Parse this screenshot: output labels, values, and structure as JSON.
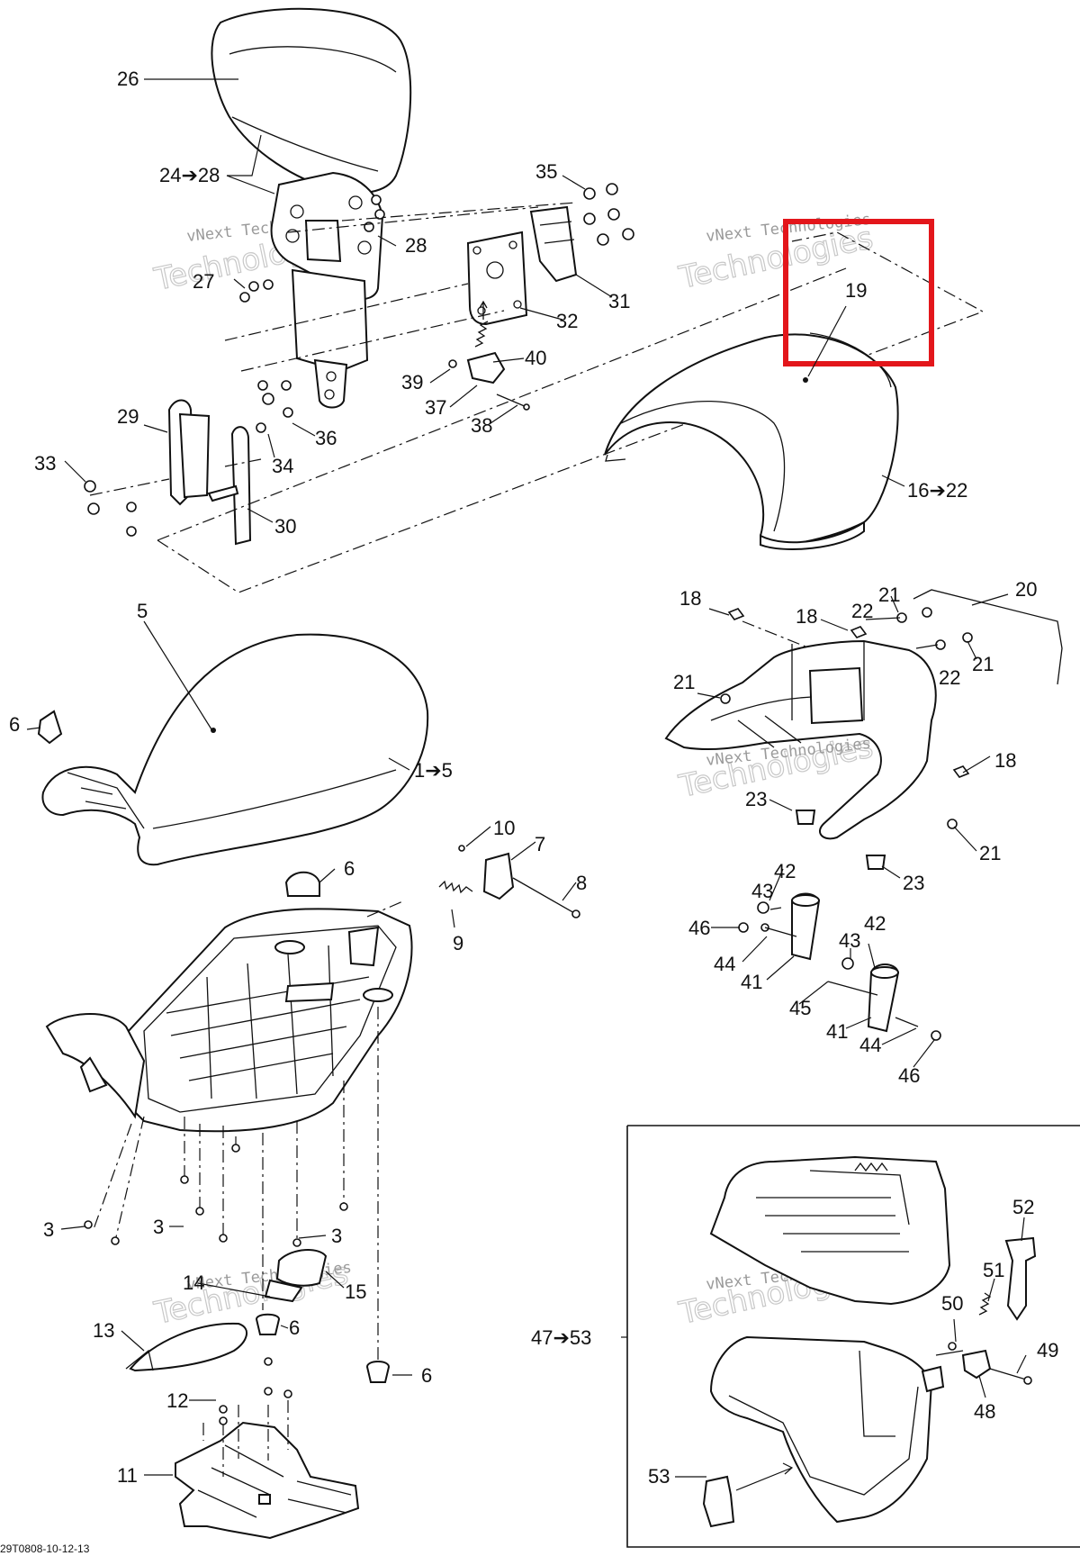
{
  "diagram": {
    "code": "29T0808-10-12-13",
    "watermark": {
      "line1": "vNext Technologies",
      "line2": "Technologies",
      "corner": "vNext"
    },
    "highlight_color": "#e3161b",
    "highlighted_part": "19",
    "callouts": {
      "c26": "26",
      "c24_28": "24➔28",
      "c28": "28",
      "c27": "27",
      "c29": "29",
      "c33": "33",
      "c34": "34",
      "c36": "36",
      "c30": "30",
      "c35": "35",
      "c31": "31",
      "c32": "32",
      "c40": "40",
      "c39": "39",
      "c37": "37",
      "c38": "38",
      "c19": "19",
      "c16_22": "16➔22",
      "c18a": "18",
      "c18b": "18",
      "c18c": "18",
      "c21a": "21",
      "c21b": "21",
      "c21c": "21",
      "c21d": "21",
      "c22a": "22",
      "c22b": "22",
      "c20": "20",
      "c23a": "23",
      "c23b": "23",
      "c5": "5",
      "c6a": "6",
      "c6b": "6",
      "c6c": "6",
      "c6d": "6",
      "c1_5": "1➔5",
      "c10": "10",
      "c7": "7",
      "c8": "8",
      "c9": "9",
      "c42a": "42",
      "c42b": "42",
      "c43a": "43",
      "c43b": "43",
      "c46a": "46",
      "c46b": "46",
      "c44a": "44",
      "c44b": "44",
      "c41a": "41",
      "c41b": "41",
      "c45": "45",
      "c3a": "3",
      "c3b": "3",
      "c3c": "3",
      "c14": "14",
      "c15": "15",
      "c13": "13",
      "c12": "12",
      "c11": "11",
      "c47_53": "47➔53",
      "c52": "52",
      "c51": "51",
      "c50": "50",
      "c49": "49",
      "c48": "48",
      "c53": "53"
    }
  }
}
